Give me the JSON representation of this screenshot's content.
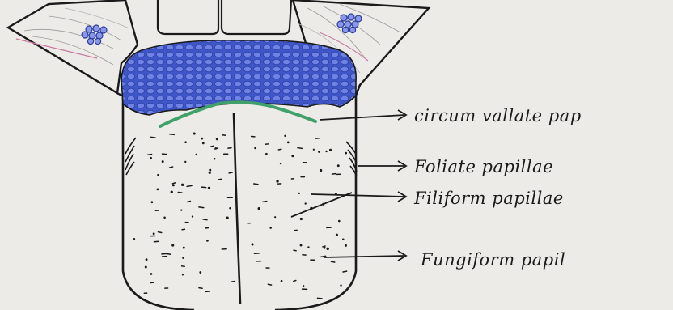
{
  "labels": {
    "circumvallate": "circum vallate pap",
    "foliate": "Foliate papillae",
    "filiform": "Filiform papillae",
    "fungiform": "Fungiform papil"
  },
  "colors": {
    "paper": "#ecebe8",
    "ink": "#1a1a1a",
    "blue_papillae": "#3f56c9",
    "green_band": "#3fa06a",
    "pink_line": "#c97aa0"
  }
}
